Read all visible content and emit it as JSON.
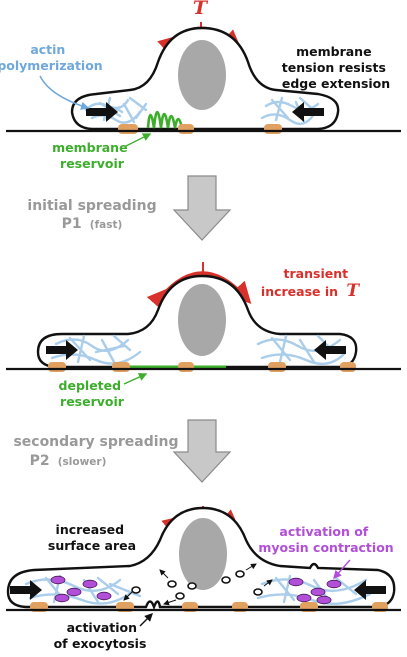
{
  "panel1": {
    "tension_symbol": "T",
    "actin_label": [
      "actin",
      "polymerization"
    ],
    "tension_label": [
      "membrane",
      "tension resists",
      "edge extension"
    ],
    "reservoir_label": [
      "membrane",
      "reservoir"
    ]
  },
  "step1": {
    "title": "initial spreading",
    "phase": "P1",
    "speed": "(fast)"
  },
  "panel2": {
    "tension_label": [
      "transient",
      "increase in"
    ],
    "tension_symbol": "T",
    "reservoir_label": [
      "depleted",
      "reservoir"
    ]
  },
  "step2": {
    "title": "secondary spreading",
    "phase": "P2",
    "speed": "(slower)"
  },
  "panel3": {
    "area_label": [
      "increased",
      "surface area"
    ],
    "myosin_label": [
      "activation of",
      "myosin contraction"
    ],
    "exocytosis_label": [
      "activation",
      "of exocytosis"
    ]
  },
  "colors": {
    "actin": "#a9cdea",
    "reservoir": "#3cae2c",
    "tension": "#d8302a",
    "myosin": "#b24fd8",
    "adhesion": "#e0a060",
    "nucleus": "#a8a8a8",
    "step_arrow": "#c8c8c8"
  }
}
